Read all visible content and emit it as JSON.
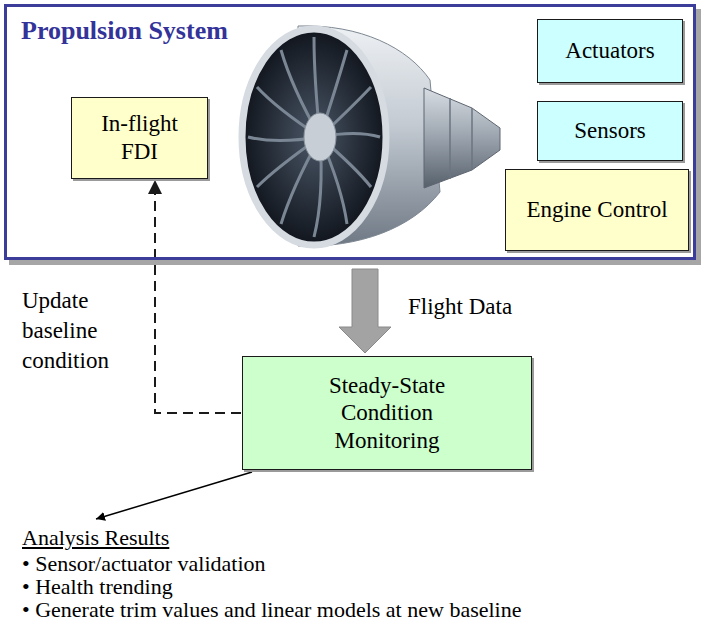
{
  "diagram": {
    "nodes": [
      {
        "text": [
          "Propulsion System"
        ]
      },
      {
        "text": [
          "In-flight FDI"
        ],
        "in": 0
      },
      {
        "text": [
          "Actuators"
        ],
        "in": 0
      },
      {
        "text": [
          "Sensors"
        ],
        "in": 0
      },
      {
        "text": [
          "Engine Control"
        ],
        "in": 0
      },
      {
        "text": [
          "Steady-State Condition Monitoring"
        ]
      }
    ],
    "edges": [
      {
        "from": 0,
        "to": 5,
        "label": "Flight Data",
        "arrow": "to"
      },
      {
        "from": 5,
        "to": 1,
        "label": "Update baseline condition",
        "arrow": "to"
      }
    ],
    "labels": [
      "Analysis Results",
      "• Sensor/actuator validation",
      "• Health trending",
      "• Generate trim values and linear models at new baseline"
    ]
  }
}
